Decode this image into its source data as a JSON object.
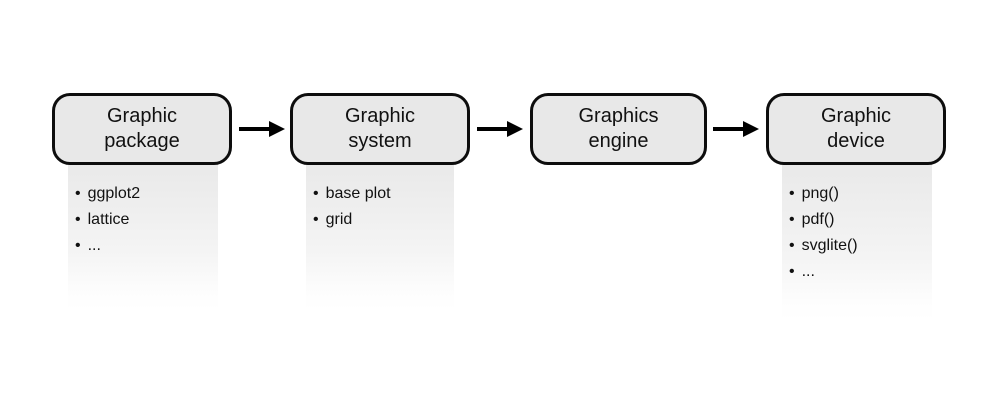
{
  "diagram": {
    "bullet": "•",
    "stages": [
      {
        "title_line1": "Graphic",
        "title_line2": "package",
        "items": [
          "ggplot2",
          "lattice",
          "..."
        ]
      },
      {
        "title_line1": "Graphic",
        "title_line2": "system",
        "items": [
          "base plot",
          "grid"
        ]
      },
      {
        "title_line1": "Graphics",
        "title_line2": "engine",
        "items": []
      },
      {
        "title_line1": "Graphic",
        "title_line2": "device",
        "items": [
          "png()",
          "pdf()",
          "svglite()",
          "..."
        ]
      }
    ],
    "colors": {
      "background": "#ffffff",
      "box_fill": "#e8e8e8",
      "box_border": "#0d0d0d",
      "panel_gradient_top": "#e9e9e9",
      "panel_gradient_bottom": "#ffffff",
      "text": "#111111",
      "arrow": "#000000"
    }
  }
}
